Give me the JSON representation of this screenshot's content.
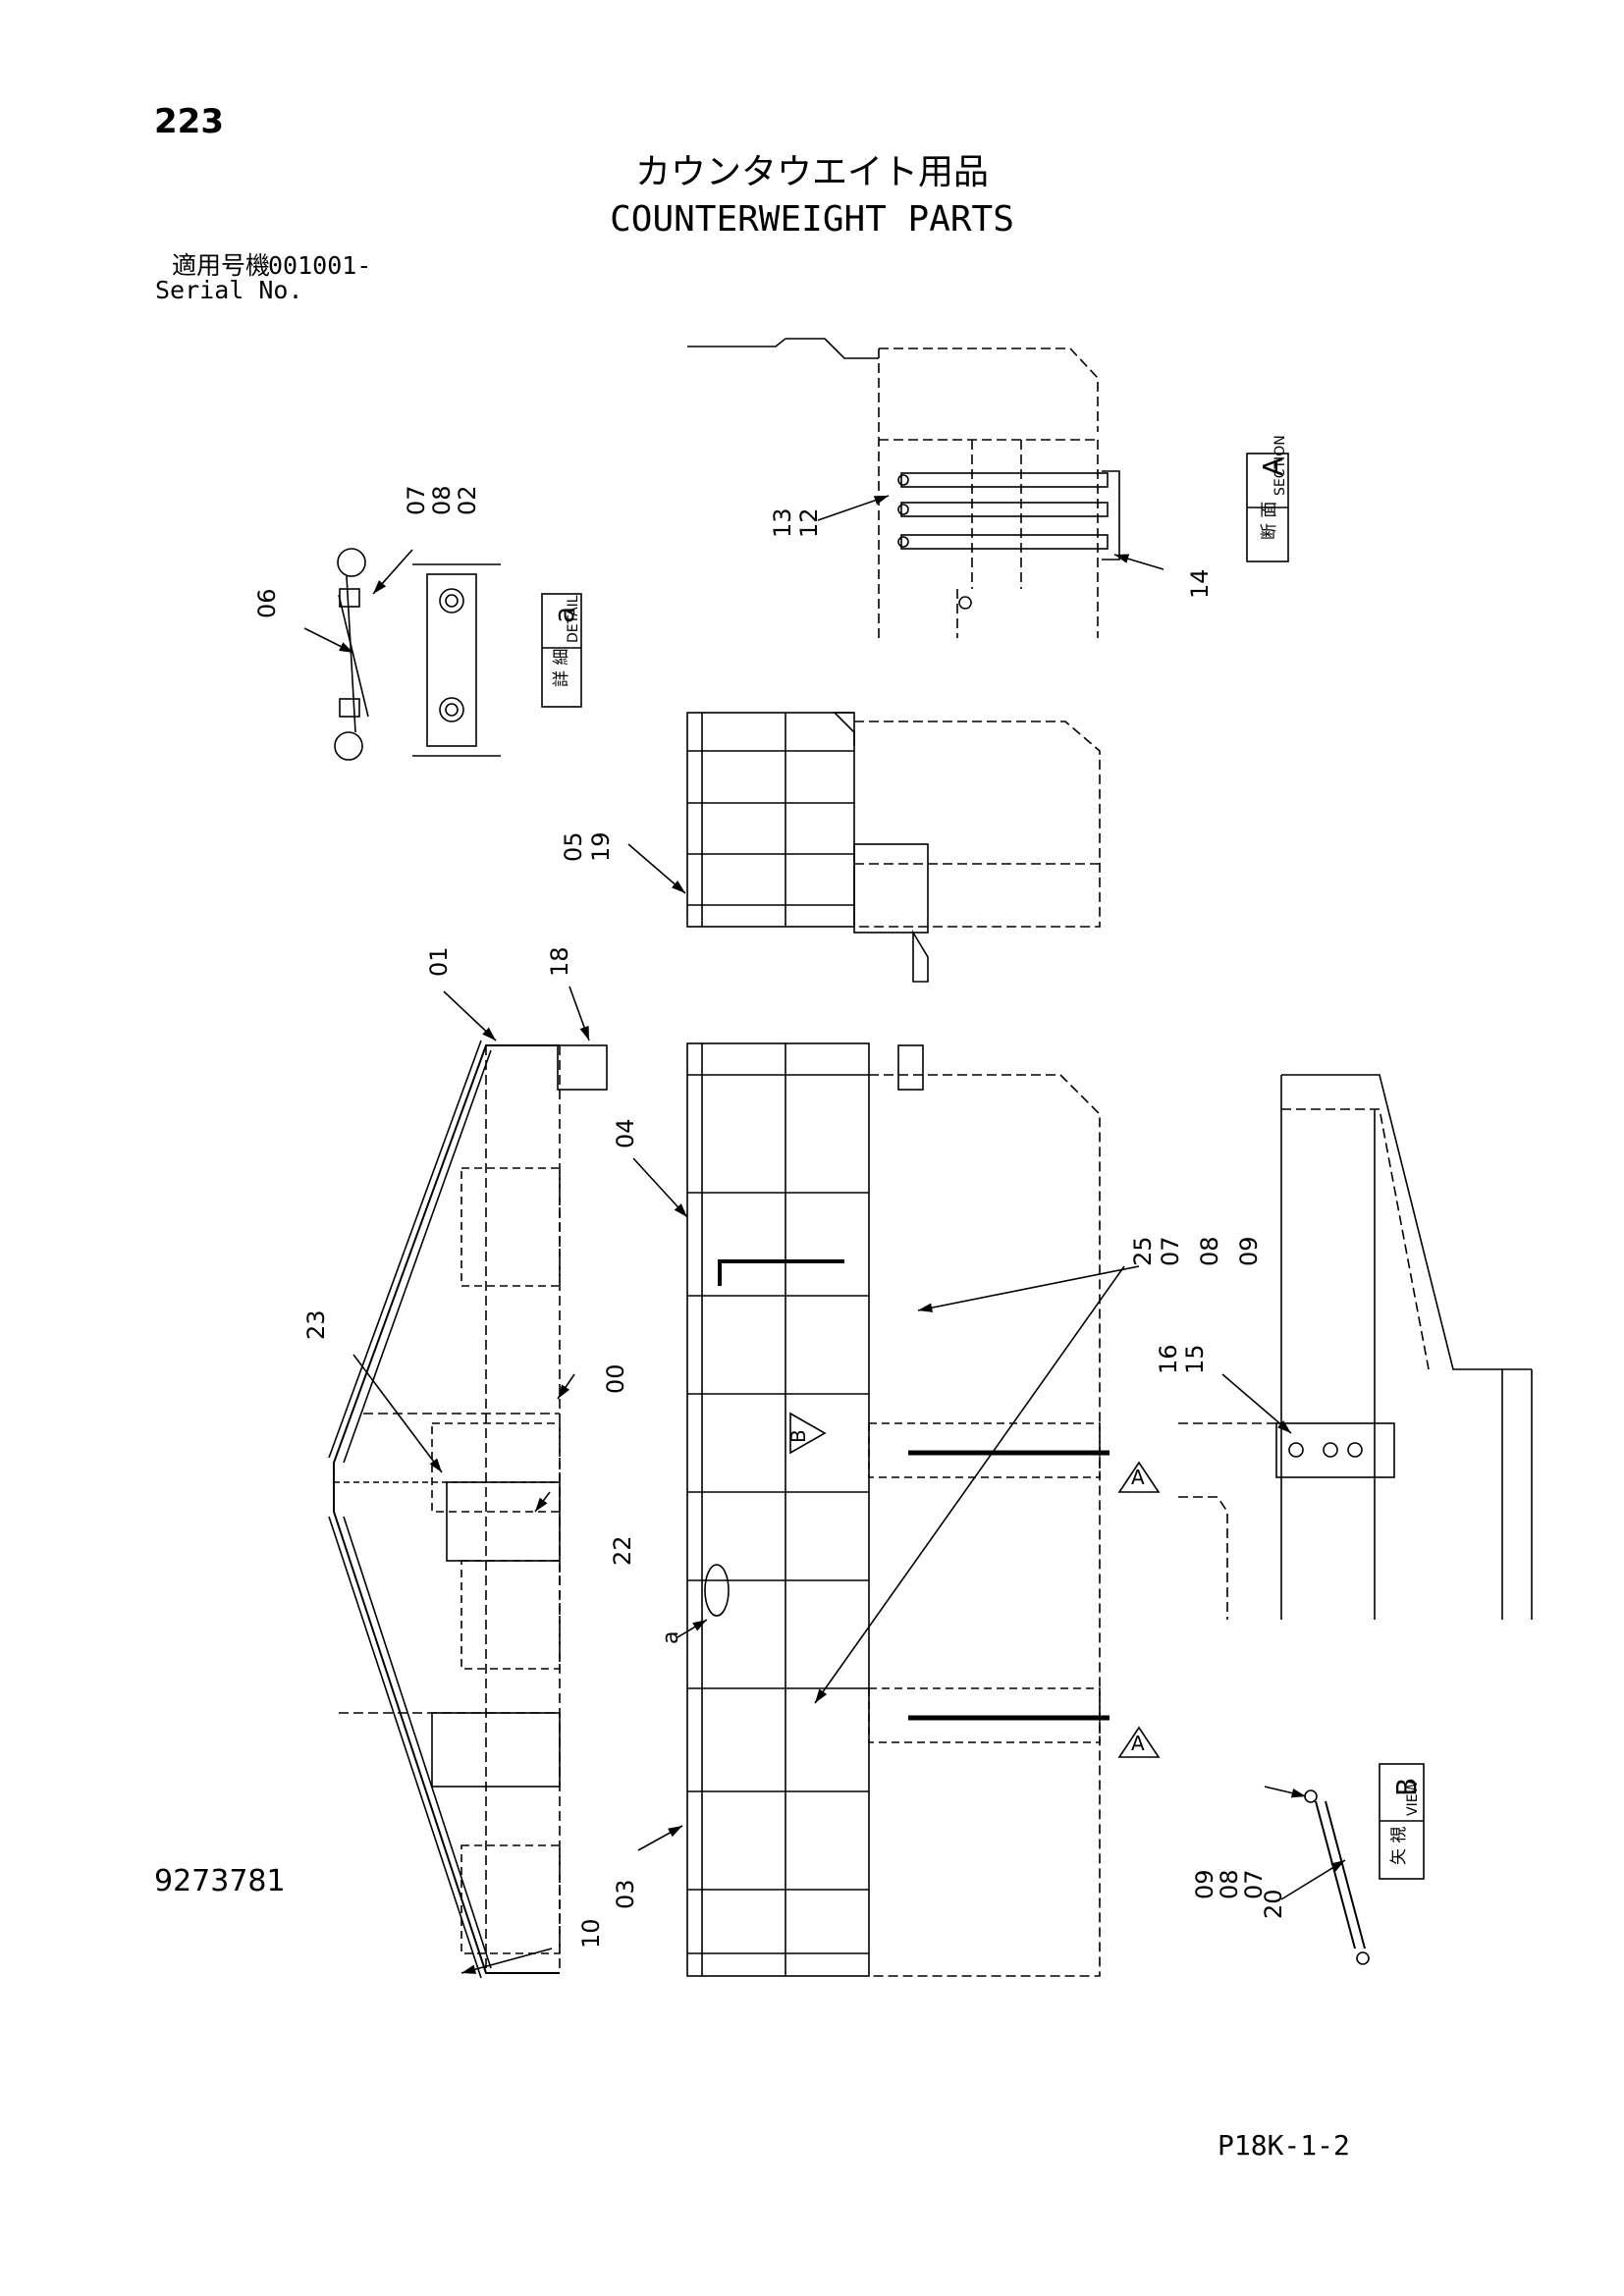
{
  "page_number": "223",
  "title_jp": "カウンタウエイト用品",
  "title_en": "COUNTERWEIGHT PARTS",
  "serial_jp": "適用号機",
  "serial_number": "001001-",
  "serial_en": "Serial No.",
  "doc_number": "9273781",
  "page_code": "P18K-1-2",
  "views": {
    "section_a": {
      "jp": "断 面",
      "en": "SECTION",
      "letter": "A"
    },
    "detail_a": {
      "jp": "詳 細",
      "en": "DETAIL",
      "letter": "a"
    },
    "view_b": {
      "jp": "矢 視",
      "en": "VIEW",
      "letter": "B"
    }
  },
  "markers": {
    "a_marker": "A",
    "b_marker": "B",
    "detail_ref": "a"
  },
  "callouts": {
    "c01": "01",
    "c18": "18",
    "c04": "04",
    "c00": "00",
    "c22": "22",
    "c23": "23",
    "c03": "03",
    "c10": "10",
    "c05": "05",
    "c19": "19",
    "c06": "06",
    "c07": "07",
    "c08": "08",
    "c02": "02",
    "c13": "13",
    "c12": "12",
    "c14": "14",
    "c25": "25",
    "c07b": "07",
    "c08b": "08",
    "c09b": "09",
    "c16": "16",
    "c15": "15",
    "c09c": "09",
    "c08c": "08",
    "c07c": "07",
    "c20": "20"
  }
}
